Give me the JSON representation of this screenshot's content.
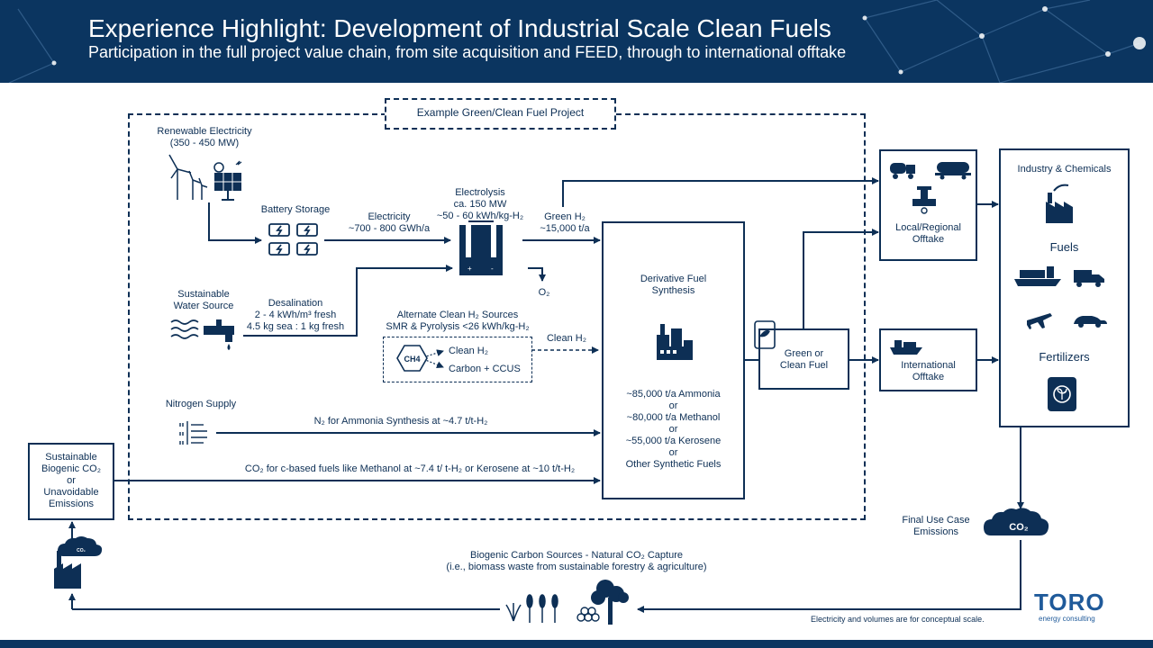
{
  "header": {
    "title": "Experience Highlight: Development of Industrial Scale Clean Fuels",
    "subtitle": "Participation in the full project value chain, from site acquisition and FEED, through to international offtake"
  },
  "diagram": {
    "project_label": "Example Green/Clean Fuel Project",
    "renewable": {
      "line1": "Renewable Electricity",
      "line2": "(350 - 450 MW)"
    },
    "battery": "Battery Storage",
    "electricity": {
      "line1": "Electricity",
      "line2": "~700 - 800 GWh/a"
    },
    "electrolysis": {
      "line1": "Electrolysis",
      "line2": "ca. 150 MW",
      "line3": "~50 - 60 kWh/kg-H₂"
    },
    "green_h2": {
      "line1": "Green H₂",
      "line2": "~15,000 t/a"
    },
    "o2": "O₂",
    "water": {
      "line1": "Sustainable",
      "line2": "Water Source"
    },
    "desal": {
      "line1": "Desalination",
      "line2": "2 - 4 kWh/m³ fresh",
      "line3": "4.5 kg sea : 1 kg fresh"
    },
    "alt_h2": {
      "line1": "Alternate Clean H₂ Sources",
      "line2": "SMR & Pyrolysis <26 kWh/kg-H₂"
    },
    "ch4": "CH4",
    "clean_h2_inner": "Clean H₂",
    "carbon_ccus": "Carbon + CCUS",
    "clean_h2": "Clean H₂",
    "nitrogen": "Nitrogen Supply",
    "n2_label": "N₂ for Ammonia Synthesis at ~4.7 t/t-H₂",
    "co2_label": "CO₂ for c-based fuels like Methanol at ~7.4 t/ t-H₂ or Kerosene at ~10 t/t-H₂",
    "biogenic": {
      "line1": "Sustainable",
      "line2": "Biogenic CO₂",
      "line3": "or",
      "line4": "Unavoidable",
      "line5": "Emissions"
    },
    "synthesis": {
      "line1": "Derivative Fuel",
      "line2": "Synthesis"
    },
    "products": [
      "~85,000 t/a Ammonia",
      "or",
      "~80,000 t/a Methanol",
      "or",
      "~55,000 t/a Kerosene",
      "or",
      "Other Synthetic Fuels"
    ],
    "green_fuel": {
      "line1": "Green or",
      "line2": "Clean Fuel"
    },
    "local": {
      "line1": "Local/Regional",
      "line2": "Offtake"
    },
    "international": {
      "line1": "International",
      "line2": "Offtake"
    },
    "end_uses": {
      "industry": "Industry & Chemicals",
      "fuels": "Fuels",
      "fertilizers": "Fertilizers"
    },
    "final_use": {
      "line1": "Final Use Case",
      "line2": "Emissions"
    },
    "co2_cloud": "CO₂",
    "co2_small": "CO₂",
    "biogenic_sources": {
      "line1": "Biogenic Carbon Sources - Natural CO₂ Capture",
      "line2": "(i.e., biomass waste from sustainable forestry & agriculture)"
    },
    "footnote": "Electricity and volumes are for conceptual scale."
  },
  "logo": {
    "name": "TORO",
    "sub": "energy consulting"
  },
  "colors": {
    "navy": "#0b3560",
    "ink": "#0d2f55",
    "accent": "#1f5a9a"
  },
  "icons": [
    "wind-turbine-icon",
    "solar-panel-icon",
    "battery-icon",
    "electrolyzer-icon",
    "water-tap-icon",
    "nitrogen-icon",
    "ch4-icon",
    "factory-icon",
    "fuel-can-icon",
    "tanker-truck-icon",
    "rail-tanker-icon",
    "pipeline-icon",
    "cargo-ship-icon",
    "industry-icon",
    "ship-icon",
    "truck-icon",
    "plane-icon",
    "car-icon",
    "fertilizer-bag-icon",
    "co2-cloud-icon",
    "crops-icon",
    "trees-icon",
    "emitting-factory-icon"
  ]
}
